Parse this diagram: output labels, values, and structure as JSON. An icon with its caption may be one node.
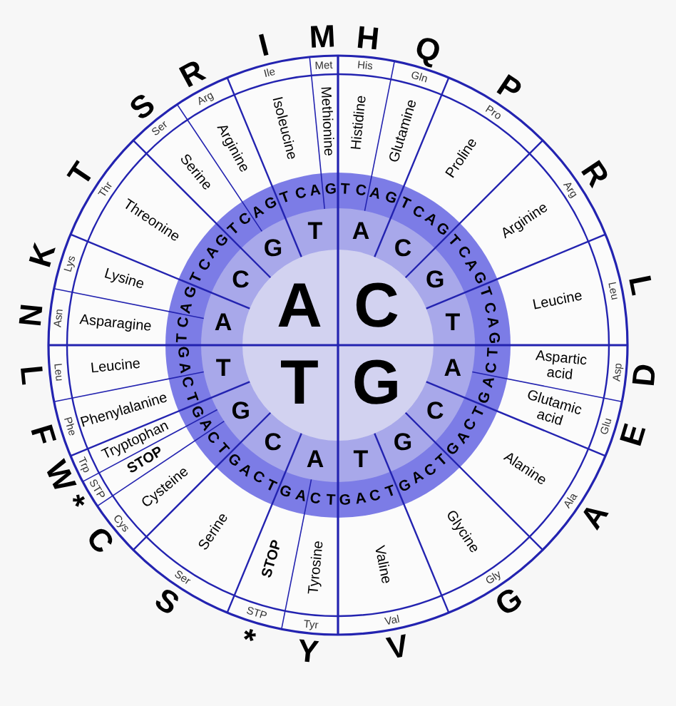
{
  "diagram": {
    "labels": [
      "A",
      "C",
      "T",
      "G",
      "A",
      "C",
      "G",
      "T",
      "A",
      "C",
      "G",
      "T",
      "A",
      "C",
      "G",
      "T",
      "A",
      "C",
      "G",
      "T",
      "T",
      "C",
      "A",
      "G",
      "T",
      "C",
      "A",
      "G",
      "T",
      "C",
      "A",
      "G",
      "T",
      "C",
      "A",
      "G",
      "T",
      "C",
      "A",
      "G",
      "T",
      "C",
      "A",
      "G",
      "T",
      "C",
      "A",
      "G",
      "T",
      "C",
      "A",
      "G",
      "T",
      "C",
      "A",
      "G",
      "T",
      "C",
      "A",
      "G",
      "T",
      "C",
      "A",
      "G",
      "T",
      "C",
      "A",
      "G",
      "T",
      "C",
      "A",
      "G",
      "T",
      "C",
      "A",
      "G",
      "T",
      "C",
      "A",
      "G",
      "T",
      "C",
      "A",
      "G",
      "Histidine",
      "Glutamine",
      "Proline",
      "Arginine",
      "Leucine",
      "Aspartic acid",
      "Glutamic acid",
      "Alanine",
      "Glycine",
      "Valine",
      "Tyrosine",
      "STOP",
      "Serine",
      "Cysteine",
      "STOP",
      "Tryptophan",
      "Phenylalanine",
      "Leucine",
      "Asparagine",
      "Lysine",
      "Threonine",
      "Serine",
      "Arginine",
      "Isoleucine",
      "Methionine",
      "His",
      "Gln",
      "Pro",
      "Arg",
      "Leu",
      "Asp",
      "Glu",
      "Ala",
      "Gly",
      "Val",
      "Tyr",
      "STP",
      "Ser",
      "Cys",
      "STP",
      "Trp",
      "Phe",
      "Leu",
      "Asn",
      "Lys",
      "Thr",
      "Ser",
      "Arg",
      "Ile",
      "Met",
      "H",
      "Q",
      "P",
      "R",
      "L",
      "D",
      "E",
      "A",
      "G",
      "V",
      "Y",
      "*",
      "S",
      "C",
      "*",
      "W",
      "F",
      "L",
      "N",
      "K",
      "T",
      "S",
      "R",
      "I",
      "M"
    ]
  }
}
